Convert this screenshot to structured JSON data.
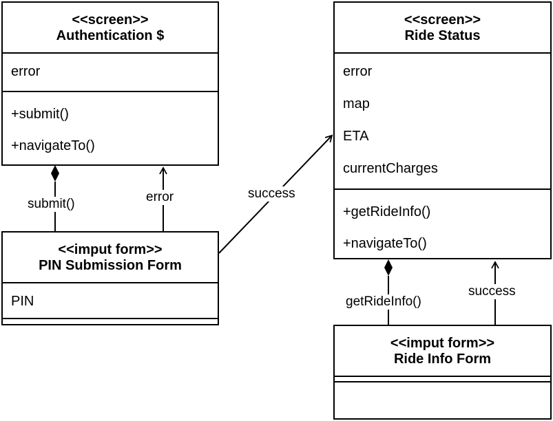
{
  "classes": {
    "auth": {
      "stereotype": "<<screen>>",
      "name": "Authentication $",
      "attributes": [
        "error"
      ],
      "operations": [
        "+submit()",
        "+navigateTo()"
      ]
    },
    "ride_status": {
      "stereotype": "<<screen>>",
      "name": "Ride Status",
      "attributes": [
        "error",
        "map",
        "ETA",
        "currentCharges"
      ],
      "operations": [
        "+getRideInfo()",
        "+navigateTo()"
      ]
    },
    "pin_form": {
      "stereotype": "<<imput form>>",
      "name": "PIN Submission Form",
      "attributes": [
        "PIN"
      ],
      "operations": []
    },
    "ride_info_form": {
      "stereotype": "<<imput form>>",
      "name": "Ride Info Form",
      "attributes": [],
      "operations": []
    }
  },
  "connectors": {
    "pin_submit": "submit()",
    "pin_error": "error",
    "pin_success": "success",
    "ride_get_info": "getRideInfo()",
    "ride_success": "success"
  }
}
